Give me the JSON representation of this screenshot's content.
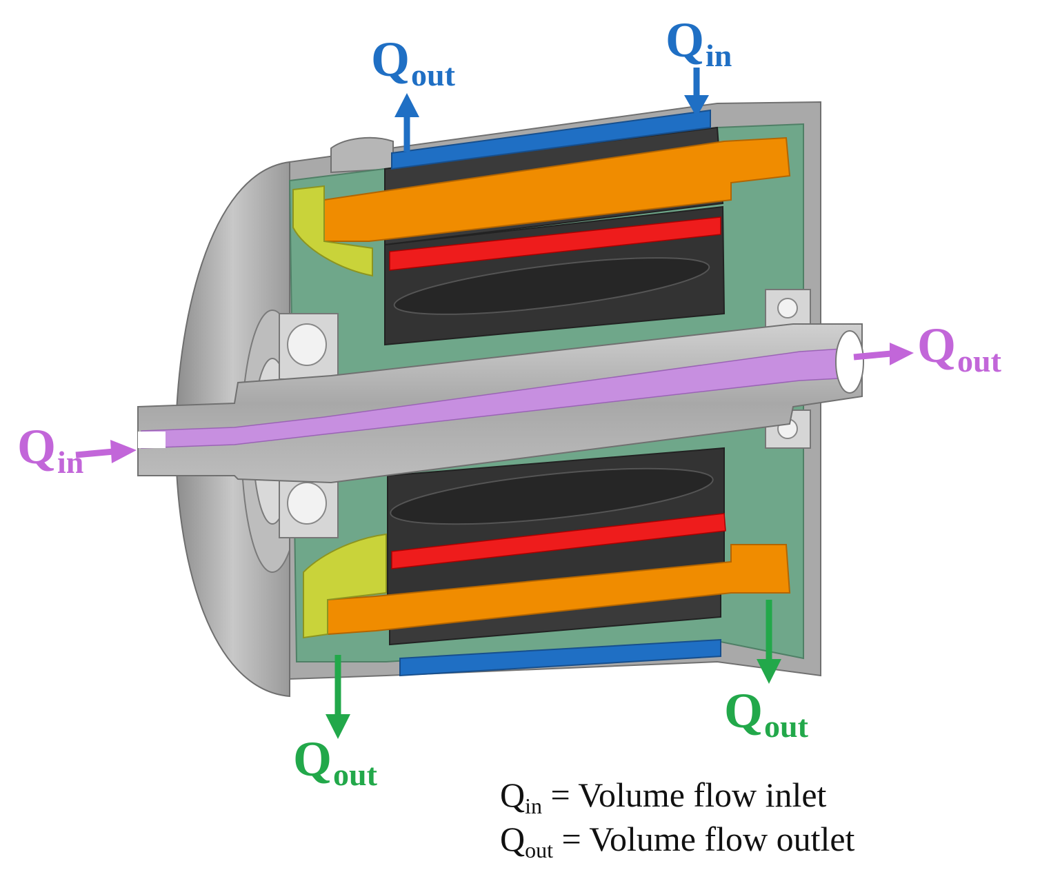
{
  "colors": {
    "coolant_jacket": "#1f6fc4",
    "shaft_bore": "#c78fe0",
    "end_space": "#22a84a",
    "winding": "#f08c00",
    "magnet": "#ee1c1c",
    "housing": "#a9a9a9",
    "core": "#3a3a3a",
    "cavity": "#6fa78a"
  },
  "labels": {
    "jacket_outlet": {
      "main": "Q",
      "sub": "out"
    },
    "jacket_inlet": {
      "main": "Q",
      "sub": "in"
    },
    "shaft_outlet": {
      "main": "Q",
      "sub": "out"
    },
    "shaft_inlet": {
      "main": "Q",
      "sub": "in"
    },
    "end_outlet_right": {
      "main": "Q",
      "sub": "out"
    },
    "end_outlet_left": {
      "main": "Q",
      "sub": "out"
    }
  },
  "legend": [
    {
      "symbol": "Q",
      "sub": "in",
      "text": " = Volume flow inlet"
    },
    {
      "symbol": "Q",
      "sub": "out",
      "text": " = Volume flow outlet"
    }
  ]
}
